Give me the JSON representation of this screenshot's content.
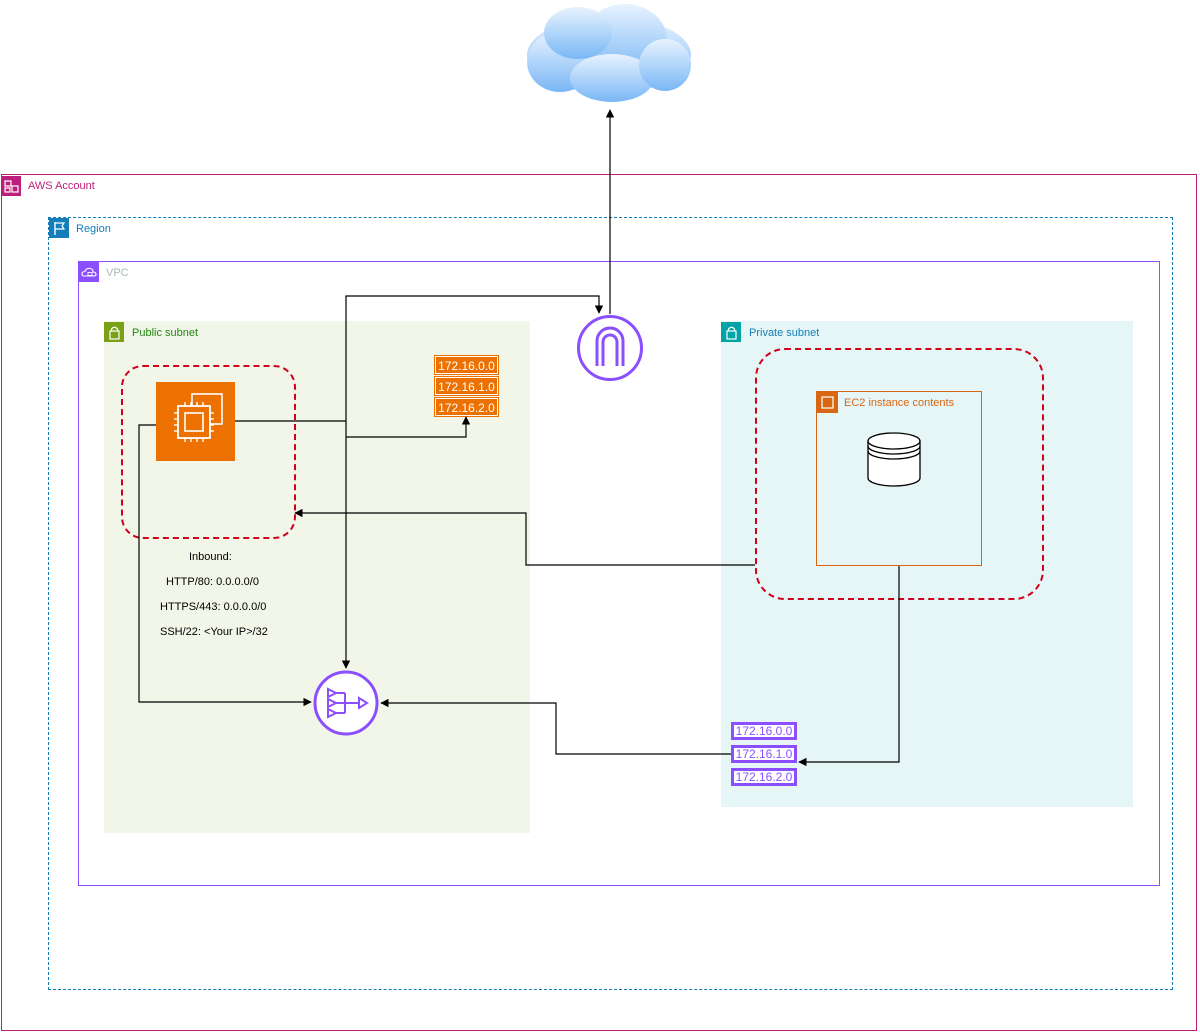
{
  "groups": {
    "account_label": "AWS Account",
    "region_label": "Region",
    "vpc_label": "VPC",
    "public_subnet_label": "Public subnet",
    "private_subnet_label": "Private subnet",
    "ec2_contents_label": "EC2 instance contents"
  },
  "public_route_table": [
    "172.16.0.0",
    "172.16.1.0",
    "172.16.2.0"
  ],
  "private_route_table": [
    "172.16.0.0",
    "172.16.1.0",
    "172.16.2.0"
  ],
  "security_rules": {
    "title": "Inbound:",
    "rules": [
      "HTTP/80: 0.0.0.0/0",
      "HTTPS/443: 0.0.0.0/0",
      "SSH/22: <Your IP>/32"
    ]
  },
  "colors": {
    "account": "#bc1f7b",
    "region": "#147eba",
    "vpc": "#8c4fff",
    "public_subnet": "#7aa116",
    "private_subnet": "#00a4a6",
    "ec2": "#ed7100",
    "security_group": "#d0021b"
  },
  "icons": {
    "internet": "cloud-icon",
    "internet_gateway": "internet-gateway-icon",
    "nat_gateway": "nat-gateway-icon",
    "ec2": "ec2-instance-icon",
    "database": "database-icon"
  }
}
